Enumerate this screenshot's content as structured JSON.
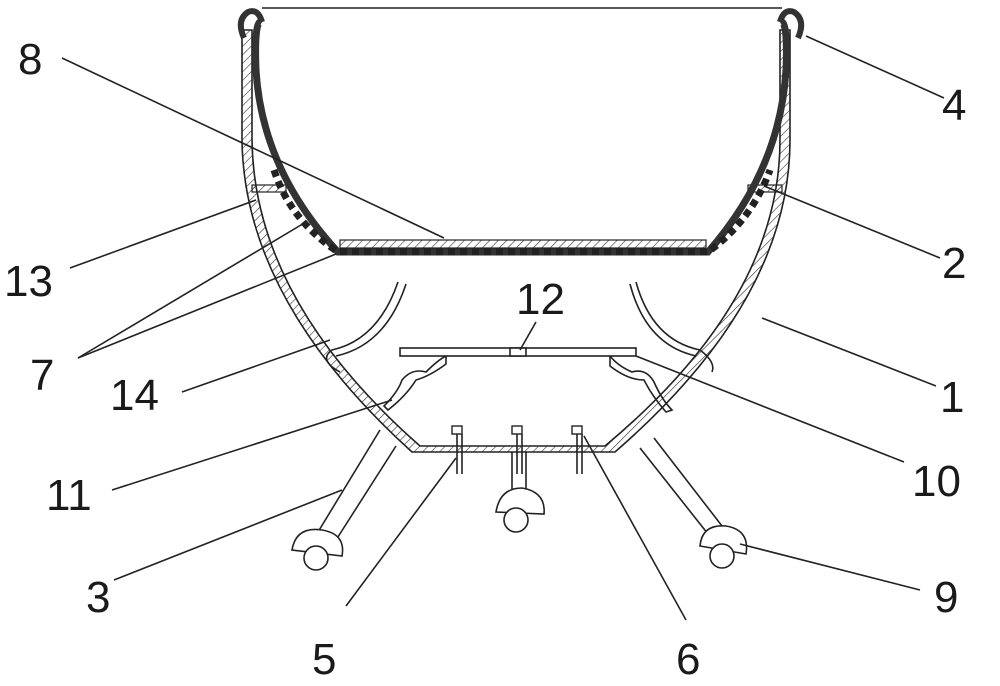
{
  "figure": {
    "labels": [
      {
        "id": "label-1",
        "text": "1"
      },
      {
        "id": "label-2",
        "text": "2"
      },
      {
        "id": "label-3",
        "text": "3"
      },
      {
        "id": "label-4",
        "text": "4"
      },
      {
        "id": "label-5",
        "text": "5"
      },
      {
        "id": "label-6",
        "text": "6"
      },
      {
        "id": "label-7",
        "text": "7"
      },
      {
        "id": "label-8",
        "text": "8"
      },
      {
        "id": "label-9",
        "text": "9"
      },
      {
        "id": "label-10",
        "text": "10"
      },
      {
        "id": "label-11",
        "text": "11"
      },
      {
        "id": "label-12",
        "text": "12"
      },
      {
        "id": "label-13",
        "text": "13"
      },
      {
        "id": "label-14",
        "text": "14"
      }
    ]
  },
  "colors": {
    "stroke": "#222222",
    "liner": "#333333",
    "background": "#ffffff"
  }
}
